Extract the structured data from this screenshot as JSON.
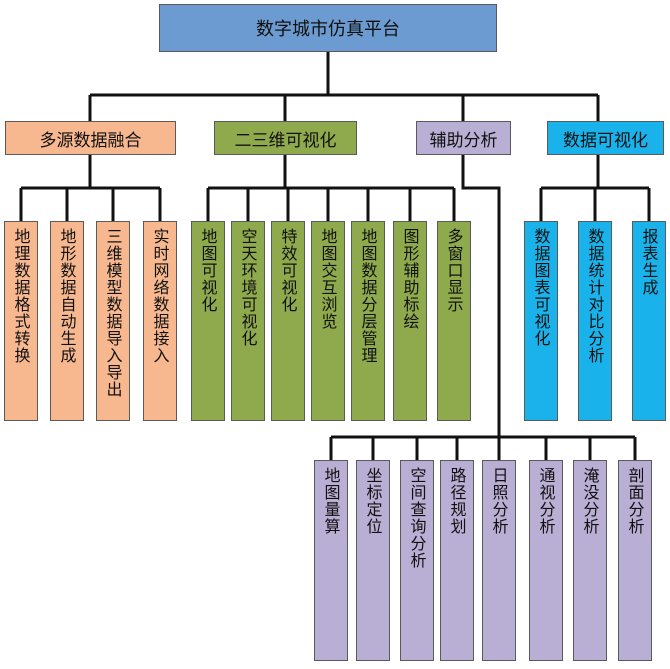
{
  "root": {
    "label": "数字城市仿真平台"
  },
  "categories": [
    {
      "label": "多源数据融合",
      "items": [
        "地理数据格式转换",
        "地形数据自动生成",
        "三维模型数据导入导出",
        "实时网络数据接入"
      ]
    },
    {
      "label": "二三维可视化",
      "items": [
        "地图可视化",
        "空天环境可视化",
        "特效可视化",
        "地图交互浏览",
        "地图数据分层管理",
        "图形辅助标绘",
        "多窗口显示"
      ]
    },
    {
      "label": "辅助分析",
      "items": [
        "地图量算",
        "坐标定位",
        "空间查询分析",
        "路径规划",
        "日照分析",
        "通视分析",
        "淹没分析",
        "剖面分析"
      ]
    },
    {
      "label": "数据可视化",
      "items": [
        "数据图表可视化",
        "数据统计对比分析",
        "报表生成"
      ]
    }
  ],
  "colors": {
    "root_fill": "#6b9bd0",
    "fusion_fill": "#f7b88f",
    "viz3d_fill": "#8eaa4c",
    "analysis_fill": "#b9aed3",
    "dataviz_fill": "#1ab2ea",
    "connector": "#111111"
  }
}
